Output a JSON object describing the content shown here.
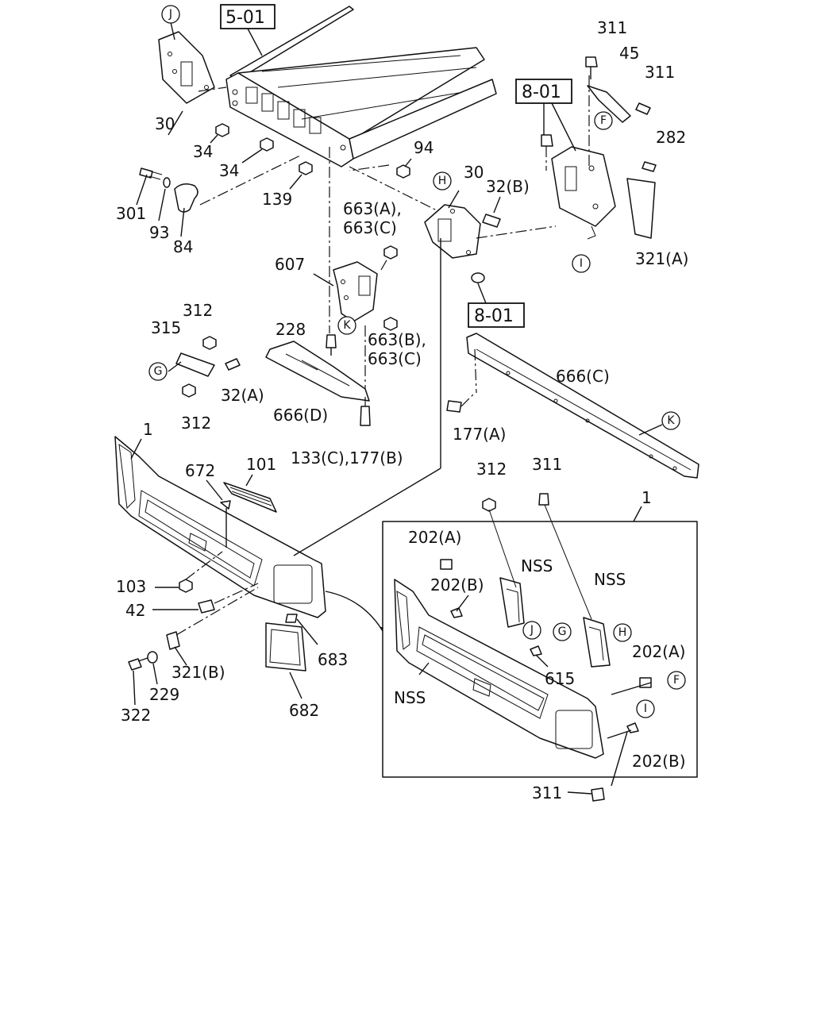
{
  "section_refs": {
    "frame": "5-01",
    "bracket_upper": "8-01",
    "bracket_lower": "8-01"
  },
  "callouts": {
    "J": "J",
    "H": "H",
    "F": "F",
    "I": "I",
    "K": "K",
    "G": "G"
  },
  "labels": {
    "p30_left": "30",
    "p34_a": "34",
    "p34_b": "34",
    "p94": "94",
    "p139": "139",
    "p301": "301",
    "p93": "93",
    "p84": "84",
    "p30_mid": "30",
    "p32b": "32(B)",
    "p663ac_1": "663(A),",
    "p663ac_2": "663(C)",
    "p607": "607",
    "p311_top": "311",
    "p45": "45",
    "p311_right": "311",
    "p282": "282",
    "p321a": "321(A)",
    "p312_top": "312",
    "p315": "315",
    "p228": "228",
    "p663bc_1": "663(B),",
    "p663bc_2": "663(C)",
    "p32a": "32(A)",
    "p312_bot": "312",
    "p666d": "666(D)",
    "p666c": "666(C)",
    "p177a": "177(A)",
    "p133c_177b": "133(C),177(B)",
    "p1_left": "1",
    "p672": "672",
    "p101": "101",
    "p103": "103",
    "p42": "42",
    "p321b": "321(B)",
    "p229": "229",
    "p322": "322",
    "p683": "683",
    "p682": "682",
    "p312_inset": "312",
    "p311_inset": "311",
    "p1_inset": "1",
    "p202a_top": "202(A)",
    "p202b_top": "202(B)",
    "nss_1": "NSS",
    "nss_2": "NSS",
    "nss_3": "NSS",
    "p615": "615",
    "p202a_right": "202(A)",
    "p202b_right": "202(B)",
    "p311_bottom": "311"
  }
}
